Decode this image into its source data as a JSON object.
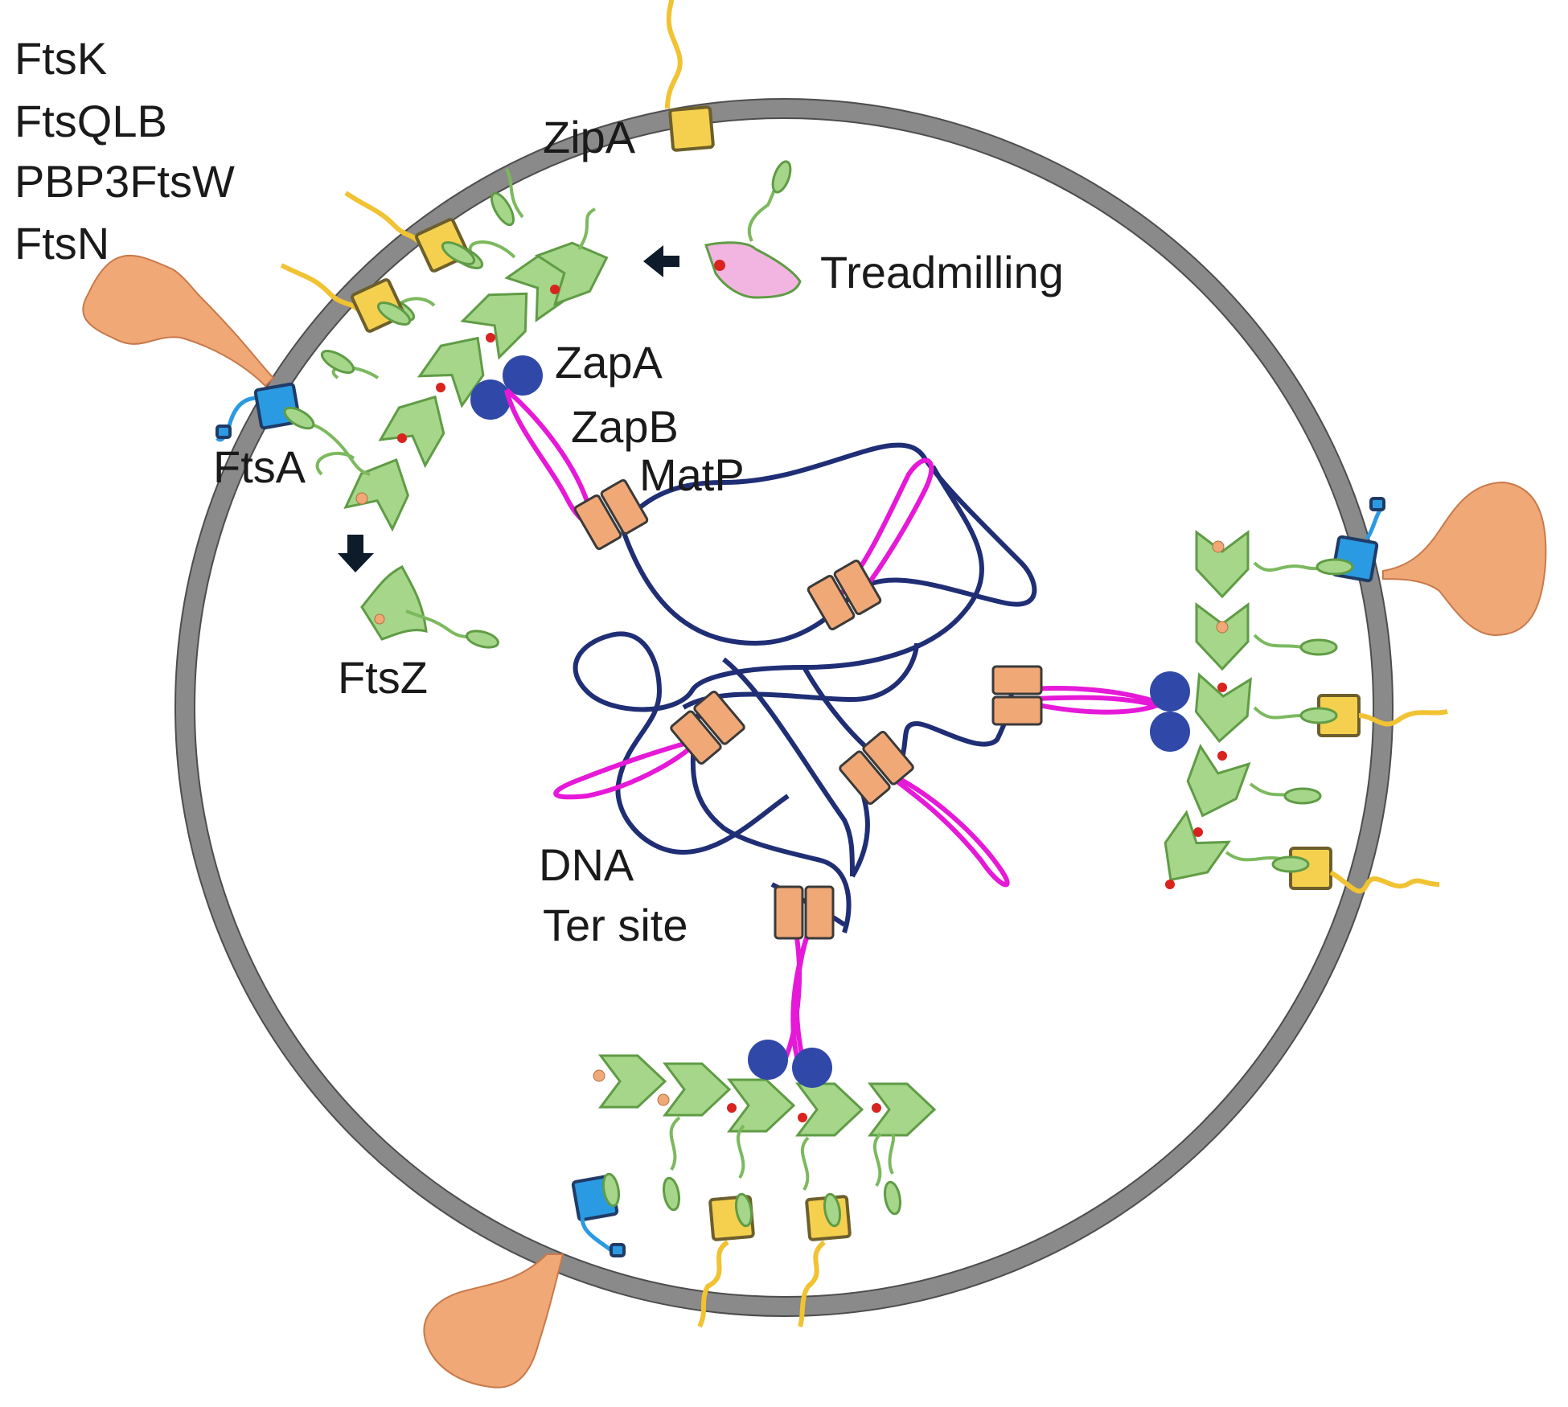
{
  "labels": {
    "ftsk": "FtsK",
    "ftsqlb": "FtsQLB",
    "pbp3ftsw": "PBP3FtsW",
    "ftsn": "FtsN",
    "zipa": "ZipA",
    "treadmilling": "Treadmilling",
    "zapa": "ZapA",
    "zapb": "ZapB",
    "matp": "MatP",
    "ftsa": "FtsA",
    "ftsz": "FtsZ",
    "dna": "DNA",
    "ter_site": "Ter site"
  },
  "colors": {
    "cell_wall": "#8a8a8a",
    "divisome_complex": "#f0a877",
    "ftsz_subunit": "#a6d68a",
    "zipa": "#f5d04e",
    "ftsa": "#2a9ae3",
    "zap_proteins": "#3049a8",
    "dna": "#1f2e75",
    "ter_site": "#e619d8",
    "treadmilling_subunit": "#f2b5e1"
  }
}
